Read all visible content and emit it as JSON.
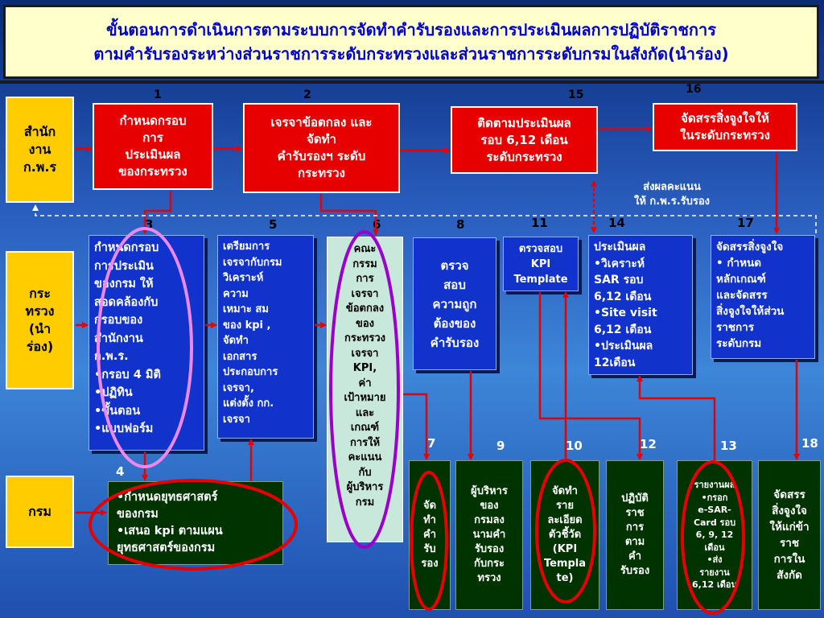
{
  "title": {
    "line1": "ขั้นตอนการดำเนินการตามระบบการจัดทำคำรับรองและการประเมินผลการปฏิบัติราชการ",
    "line2": "ตามคำรับรองระหว่างส่วนราชการระดับกระทรวงและส่วนราชการระดับกรมในสังกัด(นำร่อง)"
  },
  "row_labels": {
    "opdc": [
      "สำนัก",
      "งาน",
      "ก.พ.ร"
    ],
    "ministry": [
      "กระ",
      "ทรวง",
      "(นำ",
      "ร่อง)"
    ],
    "department": "กรม"
  },
  "step_numbers": {
    "s1": "1",
    "s2": "2",
    "s3": "3",
    "s4": "4",
    "s5": "5",
    "s6": "6",
    "s7": "7",
    "s8": "8",
    "s9": "9",
    "s10": "10",
    "s11": "11",
    "s12": "12",
    "s13": "13",
    "s14": "14",
    "s15": "15",
    "s16": "16",
    "s17": "17",
    "s18": "18"
  },
  "boxes": {
    "b1": [
      "กำหนดกรอบ",
      "การ",
      "ประเมินผล",
      "ของกระทรวง"
    ],
    "b2": [
      "เจรจาข้อตกลง และ",
      "จัดทำ",
      "คำรับรองฯ ระดับ",
      "กระทรวง"
    ],
    "b15": [
      "ติดตามประเมินผล",
      "รอบ 6,12  เดือน",
      "ระดับกระทรวง"
    ],
    "b16": [
      "จัดสรรสิ่งจูงใจให้",
      "ในระดับกระทรวง"
    ],
    "b3": [
      "กำหนดกรอบ",
      "การประเมิน",
      "ของกรม ให้",
      "สอดคล้องกับ",
      "กรอบของ",
      "สำนักงาน",
      "ก.พ.ร.",
      "•กรอบ 4 มิติ",
      "•ปฏิทิน",
      "•ขั้นตอน",
      "•แบบฟอร์ม"
    ],
    "b5": [
      "เตรียมการ",
      "เจรจากับกรม",
      "วิเคราะห์",
      "ความ",
      "เหมาะ สม",
      "ของ kpi ,",
      "จัดทำ",
      "เอกสาร",
      "ประกอบการ",
      "เจรจา,",
      "แต่งตั้ง กก.",
      "เจรจา"
    ],
    "b6": [
      "คณะ",
      "กรรม",
      "การ",
      "เจรจา",
      "ข้อตกลง",
      "ของ",
      "กระทรวง",
      "เจรจา",
      "KPI,",
      "ค่า",
      "เป้าหมาย",
      "และ",
      "เกณฑ์",
      "การให้",
      "คะแนน",
      "กับ",
      "ผู้บริหาร",
      "กรม"
    ],
    "b8": [
      "ตรวจ",
      "สอบ",
      "ความถูก",
      "ต้องของ",
      "คำรับรอง"
    ],
    "b11": [
      "ตรวจสอบ",
      "KPI",
      "Template"
    ],
    "b14": [
      "ประเมินผล",
      "•วิเคราะห์",
      "SAR  รอบ",
      "6,12 เดือน",
      "•Site visit",
      "6,12 เดือน",
      "•ประเมินผล",
      "12เดือน"
    ],
    "b17": [
      "จัดสรรสิ่งจูงใจ",
      "• กำหนด",
      "หลักเกณฑ์",
      "และจัดสรร",
      "สิ่งจูงใจให้ส่วน",
      "ราชการ",
      "ระดับกรม"
    ],
    "b4": [
      "•กำหนดยุทธศาสตร์",
      "ของกรม",
      "•เสนอ kpi ตามแผน",
      "ยุทธศาสตร์ของกรม"
    ],
    "b7": [
      "จัด",
      "ทำ",
      "คำ",
      "รับ",
      "รอง"
    ],
    "b9": [
      "ผู้บริหาร",
      "ของ",
      "กรมลง",
      "นามคำ",
      "รับรอง",
      "กับกระ",
      "ทรวง"
    ],
    "b10": [
      "จัดทำ",
      "ราย",
      "ละเอียด",
      "ตัวชี้วัด",
      "(KPI",
      "Templa",
      "te)"
    ],
    "b12": [
      "ปฏิบัติ",
      "ราช",
      "การ",
      "ตาม",
      "คำ",
      "รับรอง"
    ],
    "b13": [
      "รายงานผล",
      "•กรอก",
      "e-SAR-",
      "Card  รอบ",
      "6, 9, 12",
      "เดือน",
      "•ส่ง",
      "รายงาน",
      "6,12 เดือน"
    ],
    "b18": [
      "จัดสรร",
      "สิ่งจูงใจ",
      "ให้แก่ข้า",
      "ราช",
      "การใน",
      "สังกัด"
    ]
  },
  "note_score": [
    "ส่งผลคะแนน",
    "ให้ ก.พ.ร.รับรอง"
  ],
  "colors": {
    "red_box": "#e60000",
    "blue_box": "#1133cc",
    "green_box": "#003300",
    "label_yellow": "#ffcc00",
    "title_text": "#0000cc"
  }
}
